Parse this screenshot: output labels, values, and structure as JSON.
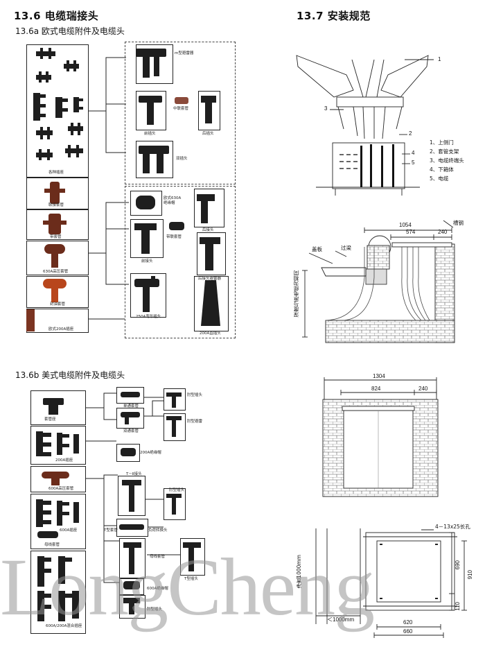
{
  "section_136": {
    "title": "13.6  电缆瑞接头",
    "sub_a": "13.6a 欧式电缆附件及电缆头",
    "sub_b": "13.6b 美式电缆附件及电缆头",
    "a_labels": {
      "various_sockets": "各种插座",
      "coupling_bushing": "联接套管",
      "bushing2": "带套管",
      "hv630": "630A高压套管",
      "oil_bushing": "封油套管",
      "euro200": "欧式200A插座",
      "arrester_m": "m型避雷器",
      "mid_bushing": "中联套管",
      "front_head": "前插头",
      "rear_head": "后插头",
      "double_head": "双插头",
      "euro630_cap": "欧式630A",
      "insul_cap": "绝缘帽",
      "rear_plug": "后接头",
      "front_plug": "前接头",
      "strap_bushing": "带联套管",
      "rear_arrester": "后接头避雷器",
      "elbow250": "250A弯形插头",
      "straight200": "200A直插头"
    },
    "b_labels": {
      "bushing_seat": "套管座",
      "single_bushing": "单通套管",
      "double_bushing": "双通套管",
      "elbow_head": "肘型插头",
      "elbow_arrester": "肘型避雷",
      "insul200": "200A绝缘帽",
      "socket200": "200A插座",
      "t_head": "T－Ⅱ接头",
      "bushing600": "600A高压套管",
      "socket600": "600A插座",
      "bus_bushing": "母线套管",
      "elbow_head2": "肘型插头",
      "t_bushing": "T型套管",
      "load_switch": "负荷转换头",
      "bus_sleeve": "母线套管",
      "t_plug": "T型插头",
      "insul600": "600A绝缘帽",
      "elbow_plug": "肘型插头",
      "mixed": "600A/200A混合插座"
    }
  },
  "section_137": {
    "title": "13.7  安装规范",
    "callouts": [
      "1",
      "2",
      "3",
      "4",
      "5"
    ],
    "legend": [
      "1、上侧门",
      "2、套管支架",
      "3、电缆终端头",
      "4、下箱体",
      "5、电缆"
    ],
    "trench": {
      "dims": [
        "1054",
        "574",
        "240"
      ],
      "slot_steel": "槽钢",
      "cover": "盖板",
      "beam": "过梁",
      "depth_label": "深度与原电缆沟相同"
    },
    "pit": {
      "dims": [
        "1304",
        "824",
        "240"
      ]
    },
    "base": {
      "hole": "4－13x25长孔",
      "width_label": "净宽1000mm",
      "len_label": "＜1000mm",
      "v_dims": [
        "690",
        "910",
        "110"
      ],
      "h_dims": [
        "620",
        "660"
      ]
    }
  },
  "watermark": "LongCheng"
}
